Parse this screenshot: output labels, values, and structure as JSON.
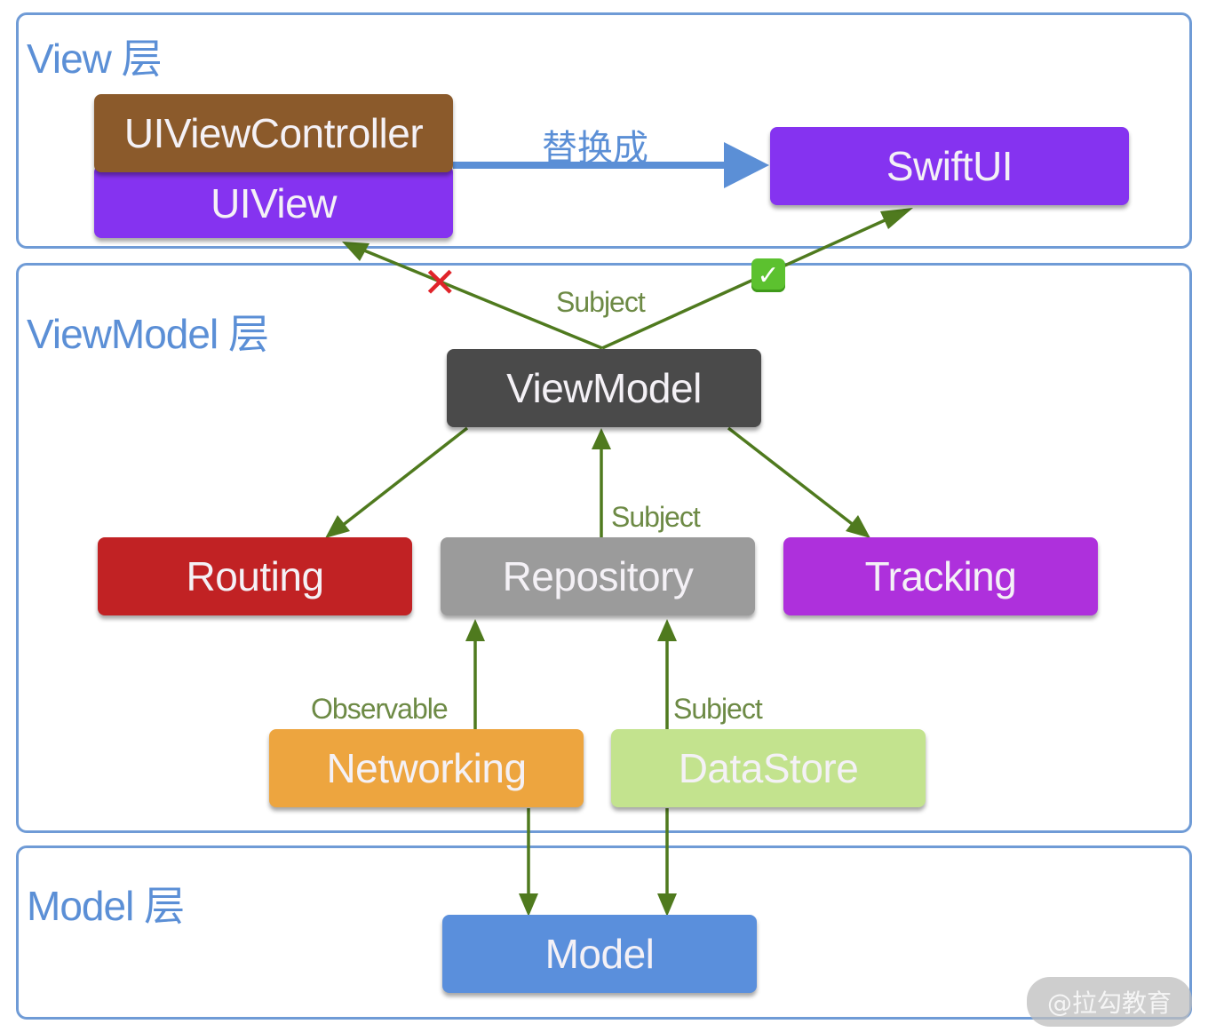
{
  "layers": {
    "view": {
      "title": "View 层"
    },
    "viewmodel": {
      "title": "ViewModel 层"
    },
    "model": {
      "title": "Model 层"
    }
  },
  "nodes": {
    "uiviewcontroller": {
      "label": "UIViewController",
      "color": "#8b5a2b"
    },
    "uiview": {
      "label": "UIView",
      "color": "#8533f0"
    },
    "swiftui": {
      "label": "SwiftUI",
      "color": "#8533f0"
    },
    "viewmodel": {
      "label": "ViewModel",
      "color": "#4a4a4a"
    },
    "routing": {
      "label": "Routing",
      "color": "#c12224"
    },
    "repository": {
      "label": "Repository",
      "color": "#9b9b9b"
    },
    "tracking": {
      "label": "Tracking",
      "color": "#ae30dc"
    },
    "networking": {
      "label": "Networking",
      "color": "#eda53f"
    },
    "datastore": {
      "label": "DataStore",
      "color": "#c3e38e"
    },
    "model": {
      "label": "Model",
      "color": "#5a8fdc"
    }
  },
  "edges": {
    "replace_label": "替换成",
    "viewmodel_to_view_label": "Subject",
    "repository_to_viewmodel_label": "Subject",
    "networking_to_repository_label": "Observable",
    "datastore_to_repository_label": "Subject",
    "rejected_mark": "✕",
    "accepted_mark": "✓",
    "arrow_color": "#4f7a1e",
    "replace_arrow_color": "#5b8fd6"
  },
  "watermark": "@拉勾教育"
}
